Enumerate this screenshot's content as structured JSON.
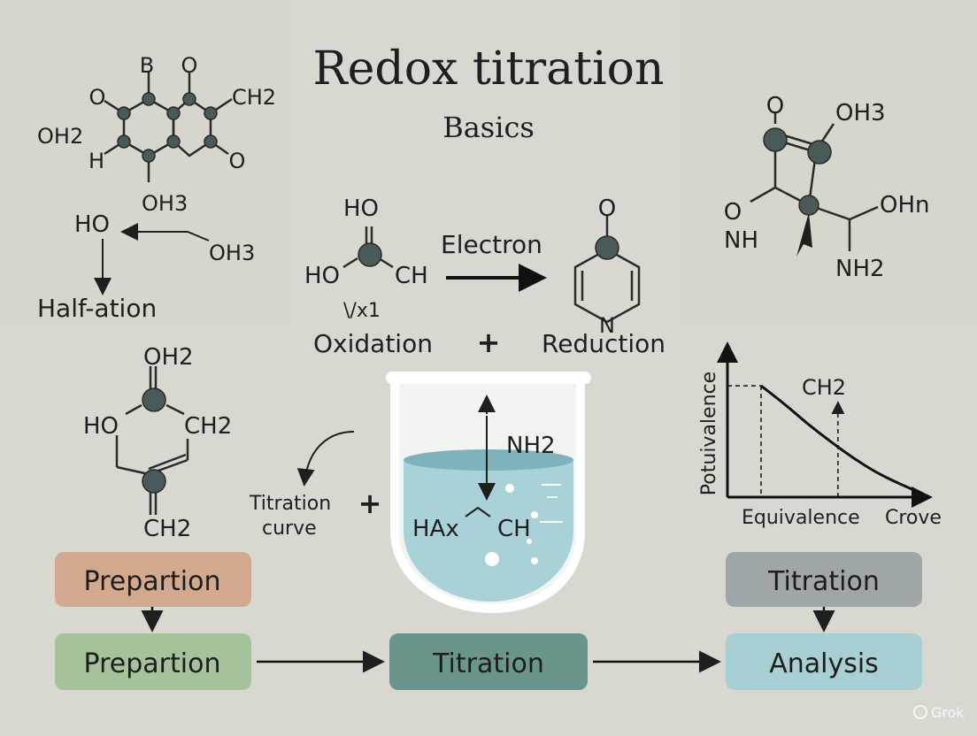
{
  "title": "Redox titration",
  "subtitle": "Basics",
  "top_left_molecule": {
    "labels": [
      "B",
      "O",
      "O",
      "CH2",
      "OH2",
      "H",
      "O",
      "OH3"
    ]
  },
  "half_reaction": {
    "left": "HO",
    "right": "OH3",
    "caption": "Half-ation"
  },
  "center_reaction": {
    "reactant_labels": [
      "HO",
      "HO",
      "CH"
    ],
    "reactant_sub": "\\/x1",
    "arrow_label": "Electron",
    "product_top": "O",
    "product_n": "N",
    "oxidation": "Oxidation",
    "plus": "+",
    "reduction": "Reduction"
  },
  "top_right_molecule": {
    "labels": [
      "O",
      "OH3",
      "O",
      "NH",
      "OHn",
      "NH2"
    ]
  },
  "left_molecule": {
    "labels": [
      "OH2",
      "HO",
      "CH2",
      "CH2"
    ]
  },
  "titration_curve_note": {
    "line1": "Titration",
    "line2": "curve",
    "plus": "+"
  },
  "beaker": {
    "nh_label": "NH2",
    "liquid_label_left": "HAx",
    "liquid_label_right": "CH"
  },
  "chart_data": {
    "type": "line",
    "ylabel": "Potuivalence",
    "annotation": "CH2",
    "x_labels": [
      "Equivalence",
      "Crove"
    ],
    "series": [
      {
        "x": [
          0.0,
          0.15,
          0.3,
          0.45,
          0.6,
          0.75,
          0.9,
          1.0
        ],
        "y": [
          1.0,
          0.84,
          0.66,
          0.5,
          0.35,
          0.22,
          0.12,
          0.06
        ]
      }
    ],
    "xlim": [
      0,
      1.3
    ],
    "ylim": [
      0,
      1.35
    ],
    "dashed_markers_x": [
      0.0,
      0.5
    ]
  },
  "flow": {
    "top_left": "Prepartion",
    "top_right": "Titration",
    "bottom": [
      "Prepartion",
      "Titration",
      "Analysis"
    ],
    "colors": {
      "top_left": "#d3a98e",
      "top_right": "#9ea6a8",
      "bottom_left": "#a6c29a",
      "bottom_mid": "#6a958c",
      "bottom_right": "#a7cfd4"
    }
  },
  "watermark": "Grok",
  "colors": {
    "atom": "#4a5a59",
    "liquid": "#a9d2d8",
    "background": "#d9d8d0"
  }
}
